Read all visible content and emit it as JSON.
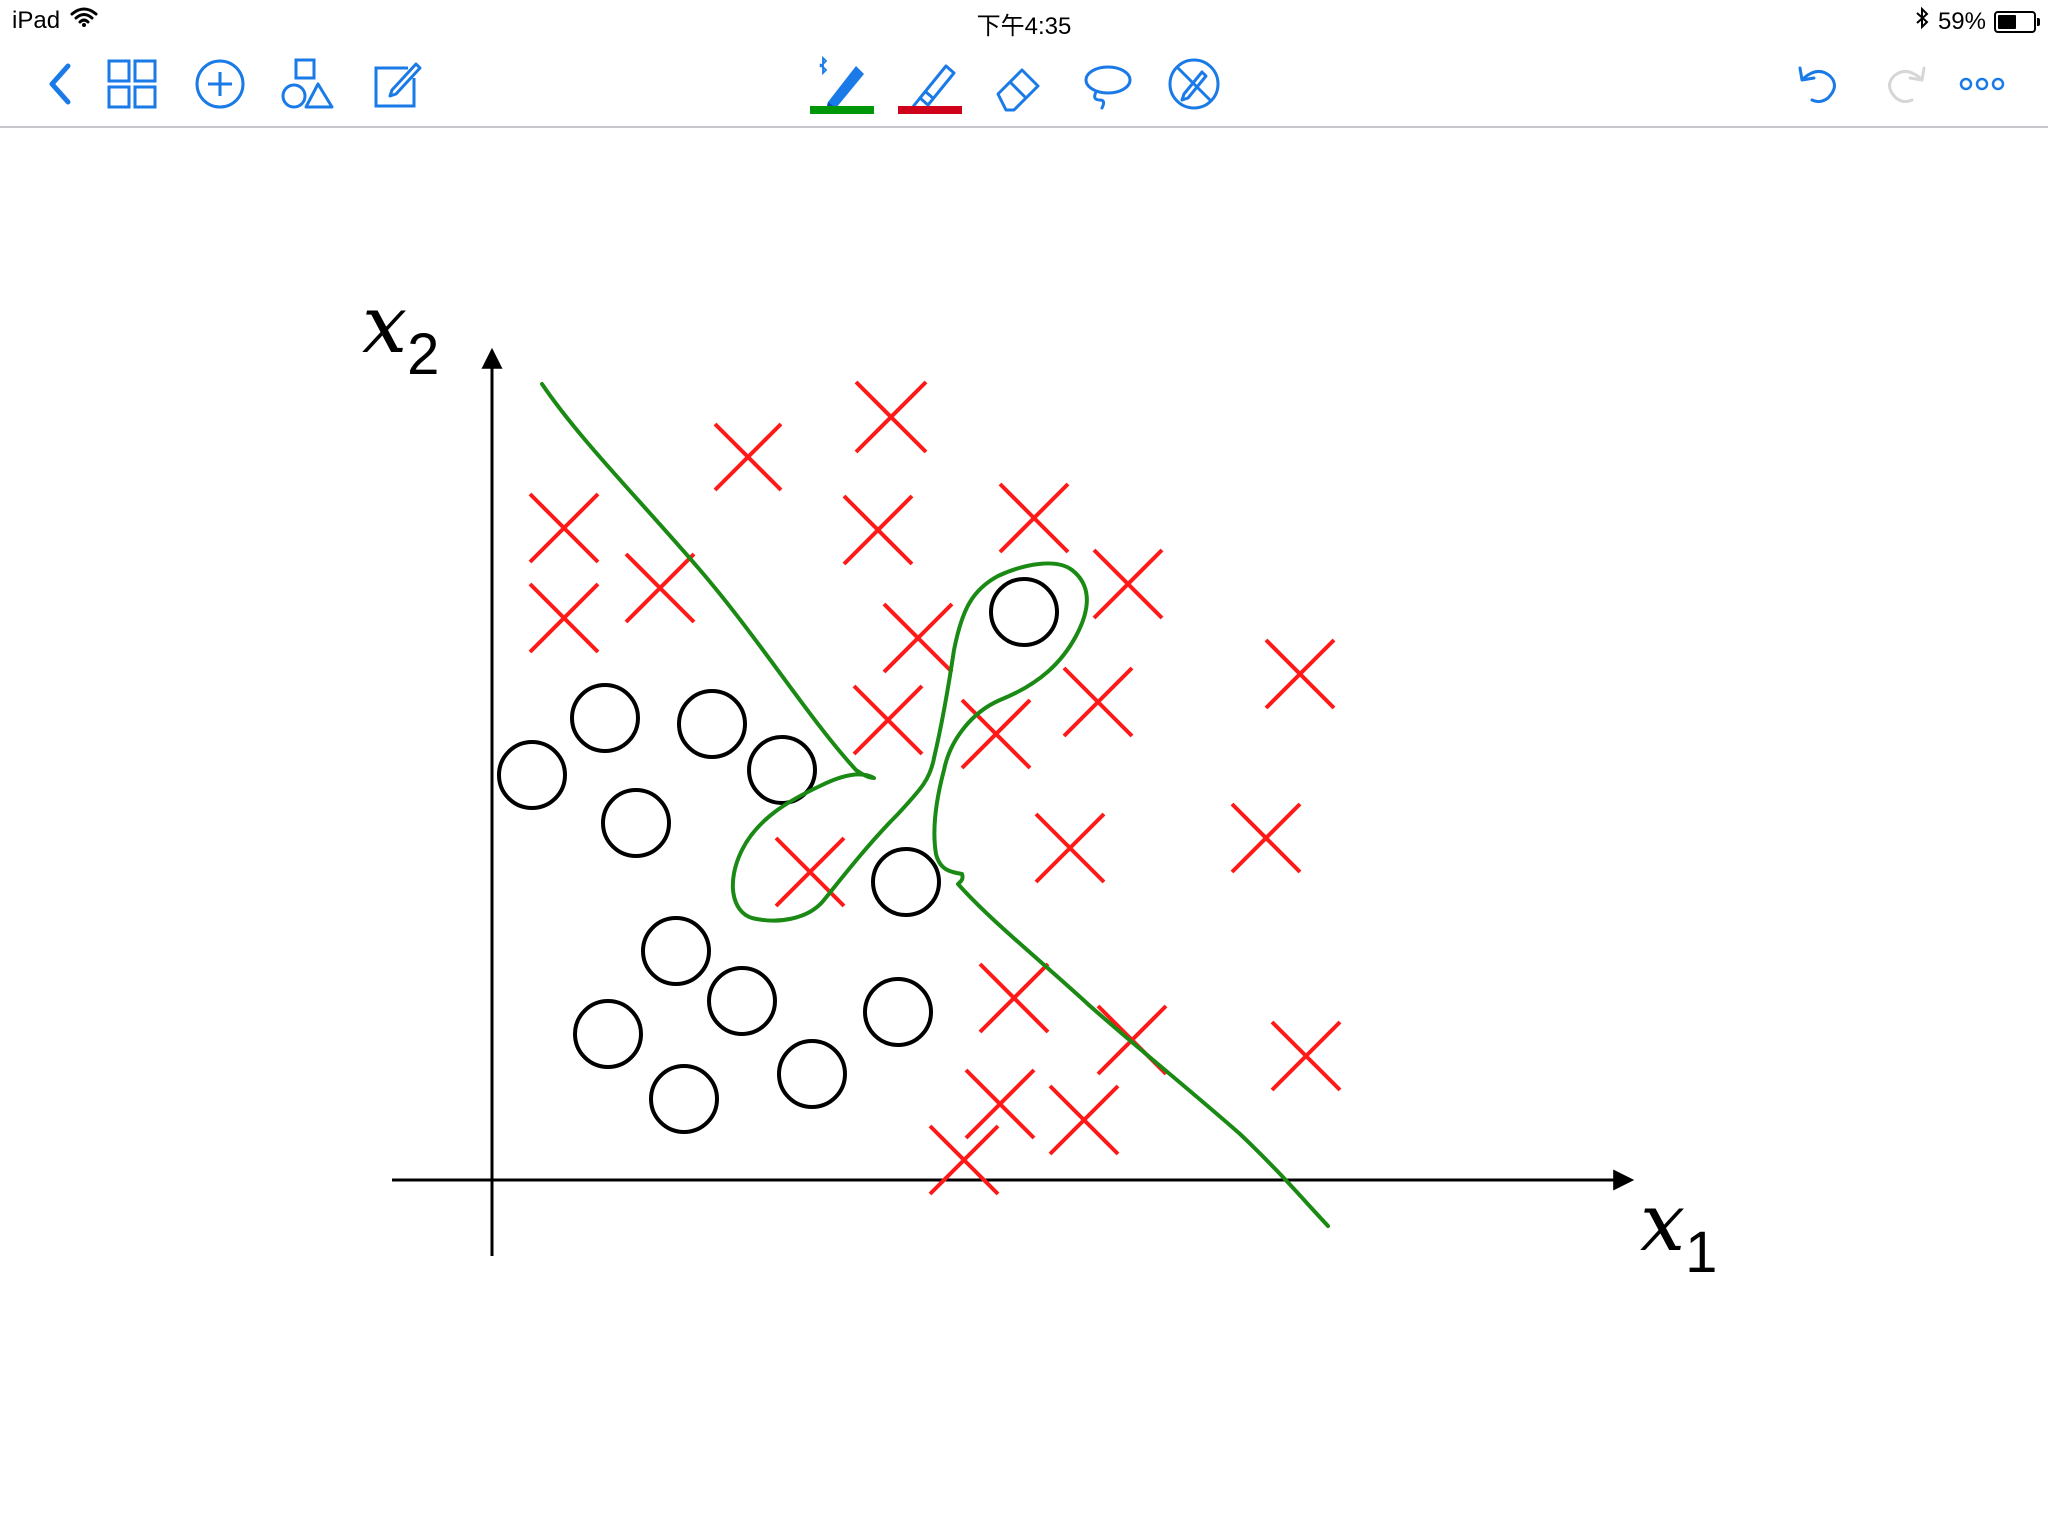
{
  "status": {
    "device": "iPad",
    "time": "下午4:35",
    "battery_text": "59%",
    "battery_level": 0.59,
    "wifi_icon": "wifi-icon",
    "bluetooth_icon": "bluetooth-icon"
  },
  "toolbar": {
    "left_icons": [
      "back-chevron-icon",
      "grid-pages-icon",
      "add-circle-icon",
      "shapes-icon",
      "edit-note-icon"
    ],
    "tools": [
      "bluetooth-pen-icon",
      "highlighter-icon",
      "eraser-icon",
      "lasso-icon",
      "pen-off-icon"
    ],
    "right_icons": [
      "undo-icon",
      "redo-icon",
      "more-icon"
    ],
    "pen_color": "#00960a",
    "highlighter_color": "#d0021b",
    "accent_color": "#1a7ae8",
    "redo_enabled": false
  },
  "figure": {
    "x_axis_var": "x",
    "x_axis_sub": "1",
    "y_axis_var": "x",
    "y_axis_sub": "2",
    "cross_color": "#ff1a1a",
    "circle_color": "#000000",
    "ink_color": "#1a8a14"
  }
}
